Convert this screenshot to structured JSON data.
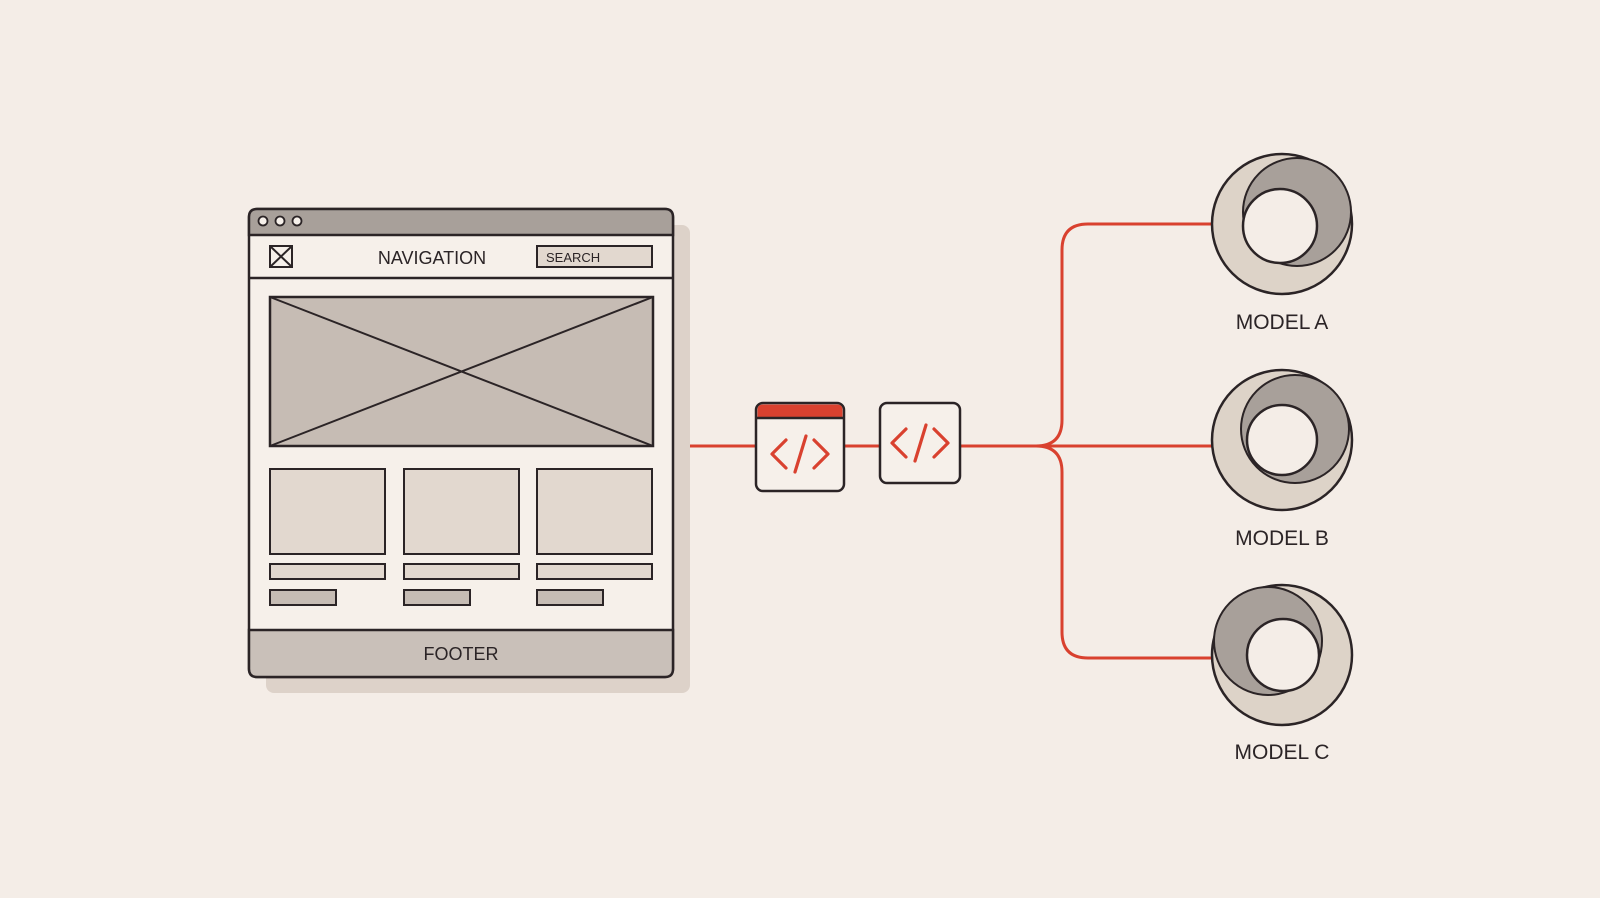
{
  "wireframe": {
    "nav_label": "NAVIGATION",
    "search_label": "SEARCH",
    "footer_label": "FOOTER"
  },
  "nodes": {
    "code_primary_icon": "code-icon",
    "code_secondary_icon": "code-icon"
  },
  "models": [
    {
      "label": "MODEL A"
    },
    {
      "label": "MODEL B"
    },
    {
      "label": "MODEL C"
    }
  ],
  "colors": {
    "background": "#f4ede7",
    "accent": "#d9412f",
    "stroke": "#2b2426",
    "panel": "#f6f0ea",
    "chrome": "#a8a09a",
    "image_fill": "#c6bcb4",
    "card_fill": "#e2d8cf",
    "footer_fill": "#c9c0b9",
    "shadow": "#ddd2c9"
  }
}
